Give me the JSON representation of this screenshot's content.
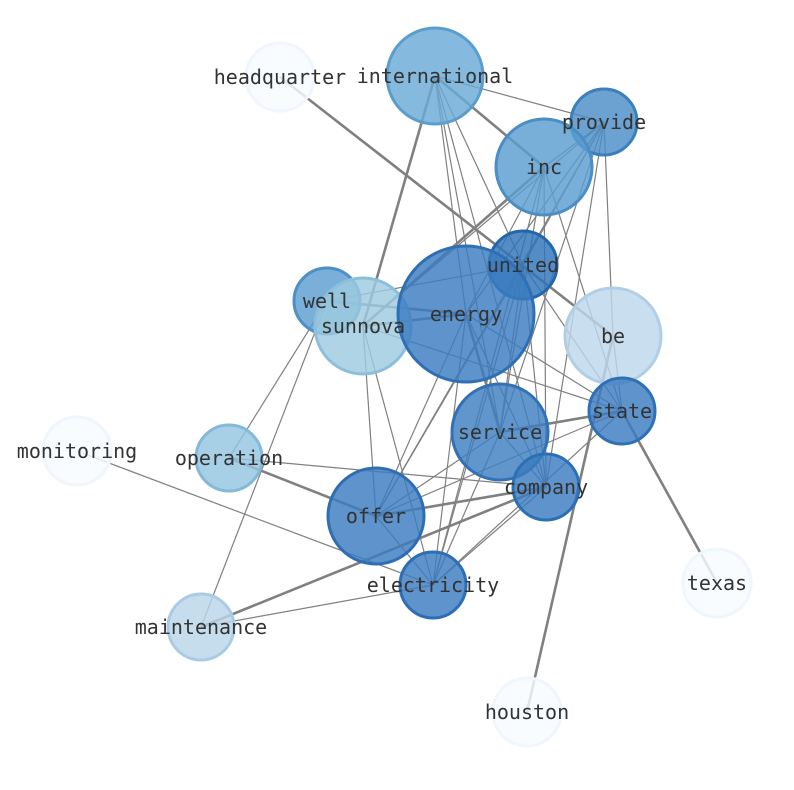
{
  "nodes": [
    {
      "id": "headquarter",
      "label": "headquarter",
      "color": "#f7fbff",
      "edge": "#f0f6fd"
    },
    {
      "id": "international",
      "label": "international",
      "color": "#6aaad6",
      "edge": "#5b9dcc"
    },
    {
      "id": "provide",
      "label": "provide",
      "color": "#4a8ec7",
      "edge": "#3c7fbd"
    },
    {
      "id": "inc",
      "label": "inc",
      "color": "#5a9dcf",
      "edge": "#4a8ec7"
    },
    {
      "id": "united",
      "label": "united",
      "color": "#2e74b8",
      "edge": "#2466ad"
    },
    {
      "id": "well",
      "label": "well",
      "color": "#5c9ecf",
      "edge": "#4d90c6"
    },
    {
      "id": "sunnova",
      "label": "sunnova",
      "color": "#9ecae1",
      "edge": "#8dbfdb"
    },
    {
      "id": "energy",
      "label": "energy",
      "color": "#3b7cc0",
      "edge": "#2e6fb5"
    },
    {
      "id": "be",
      "label": "be",
      "color": "#bdd7ec",
      "edge": "#b0cfe7"
    },
    {
      "id": "state",
      "label": "state",
      "color": "#3b7dc0",
      "edge": "#2e70b5"
    },
    {
      "id": "service",
      "label": "service",
      "color": "#3d7fc1",
      "edge": "#3172b6"
    },
    {
      "id": "company",
      "label": "company",
      "color": "#3a7cbf",
      "edge": "#2d6fb4"
    },
    {
      "id": "monitoring",
      "label": "monitoring",
      "color": "#f7fbff",
      "edge": "#f0f6fd"
    },
    {
      "id": "operation",
      "label": "operation",
      "color": "#94c4df",
      "edge": "#84b9d9"
    },
    {
      "id": "offer",
      "label": "offer",
      "color": "#3b7bbf",
      "edge": "#2e6eb4"
    },
    {
      "id": "electricity",
      "label": "electricity",
      "color": "#3a7bbf",
      "edge": "#2d6eb4"
    },
    {
      "id": "texas",
      "label": "texas",
      "color": "#f7fbff",
      "edge": "#f0f6fd"
    },
    {
      "id": "maintenance",
      "label": "maintenance",
      "color": "#b9d5ea",
      "edge": "#abcbe5"
    },
    {
      "id": "houston",
      "label": "houston",
      "color": "#f7fbff",
      "edge": "#f0f6fd"
    }
  ],
  "edges": [
    {
      "source": "headquarter",
      "target": "be",
      "weight": 2
    },
    {
      "source": "international",
      "target": "provide",
      "weight": 1
    },
    {
      "source": "international",
      "target": "inc",
      "weight": 2
    },
    {
      "source": "international",
      "target": "sunnova",
      "weight": 2
    },
    {
      "source": "international",
      "target": "energy",
      "weight": 1
    },
    {
      "source": "international",
      "target": "service",
      "weight": 1
    },
    {
      "source": "international",
      "target": "company",
      "weight": 1
    },
    {
      "source": "international",
      "target": "united",
      "weight": 1
    },
    {
      "source": "provide",
      "target": "inc",
      "weight": 1
    },
    {
      "source": "provide",
      "target": "energy",
      "weight": 1
    },
    {
      "source": "provide",
      "target": "united",
      "weight": 1
    },
    {
      "source": "provide",
      "target": "service",
      "weight": 1
    },
    {
      "source": "provide",
      "target": "be",
      "weight": 1
    },
    {
      "source": "provide",
      "target": "company",
      "weight": 1
    },
    {
      "source": "provide",
      "target": "sunnova",
      "weight": 1
    },
    {
      "source": "provide",
      "target": "offer",
      "weight": 1
    },
    {
      "source": "inc",
      "target": "sunnova",
      "weight": 2
    },
    {
      "source": "inc",
      "target": "energy",
      "weight": 1
    },
    {
      "source": "inc",
      "target": "service",
      "weight": 1
    },
    {
      "source": "inc",
      "target": "state",
      "weight": 1
    },
    {
      "source": "inc",
      "target": "company",
      "weight": 1
    },
    {
      "source": "inc",
      "target": "electricity",
      "weight": 1
    },
    {
      "source": "united",
      "target": "state",
      "weight": 1
    },
    {
      "source": "united",
      "target": "well",
      "weight": 1
    },
    {
      "source": "united",
      "target": "service",
      "weight": 1
    },
    {
      "source": "united",
      "target": "offer",
      "weight": 1
    },
    {
      "source": "united",
      "target": "electricity",
      "weight": 1
    },
    {
      "source": "united",
      "target": "company",
      "weight": 1
    },
    {
      "source": "well",
      "target": "energy",
      "weight": 2
    },
    {
      "source": "well",
      "target": "operation",
      "weight": 1
    },
    {
      "source": "well",
      "target": "maintenance",
      "weight": 1
    },
    {
      "source": "sunnova",
      "target": "energy",
      "weight": 2
    },
    {
      "source": "sunnova",
      "target": "state",
      "weight": 1
    },
    {
      "source": "sunnova",
      "target": "offer",
      "weight": 1
    },
    {
      "source": "sunnova",
      "target": "electricity",
      "weight": 1
    },
    {
      "source": "energy",
      "target": "service",
      "weight": 2
    },
    {
      "source": "energy",
      "target": "state",
      "weight": 1
    },
    {
      "source": "energy",
      "target": "offer",
      "weight": 1
    },
    {
      "source": "energy",
      "target": "company",
      "weight": 1
    },
    {
      "source": "energy",
      "target": "electricity",
      "weight": 1
    },
    {
      "source": "be",
      "target": "state",
      "weight": 1
    },
    {
      "source": "be",
      "target": "houston",
      "weight": 2
    },
    {
      "source": "state",
      "target": "texas",
      "weight": 2
    },
    {
      "source": "state",
      "target": "offer",
      "weight": 1
    },
    {
      "source": "state",
      "target": "service",
      "weight": 2
    },
    {
      "source": "state",
      "target": "electricity",
      "weight": 1
    },
    {
      "source": "service",
      "target": "offer",
      "weight": 1
    },
    {
      "source": "service",
      "target": "company",
      "weight": 1
    },
    {
      "source": "service",
      "target": "electricity",
      "weight": 1
    },
    {
      "source": "company",
      "target": "offer",
      "weight": 2
    },
    {
      "source": "company",
      "target": "operation",
      "weight": 1
    },
    {
      "source": "company",
      "target": "electricity",
      "weight": 1
    },
    {
      "source": "company",
      "target": "maintenance",
      "weight": 2
    },
    {
      "source": "monitoring",
      "target": "electricity",
      "weight": 1
    },
    {
      "source": "operation",
      "target": "offer",
      "weight": 2
    },
    {
      "source": "offer",
      "target": "electricity",
      "weight": 1
    },
    {
      "source": "electricity",
      "target": "maintenance",
      "weight": 1
    }
  ]
}
